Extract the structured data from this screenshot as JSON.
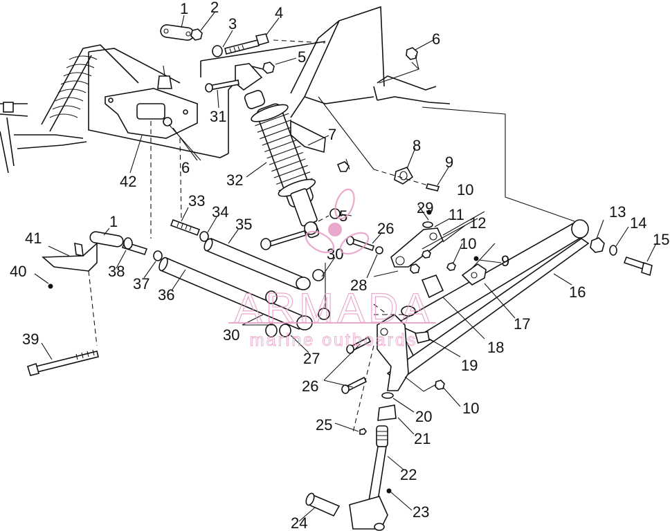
{
  "diagram": {
    "callouts": [
      "1",
      "2",
      "3",
      "4",
      "5",
      "6",
      "31",
      "42",
      "7",
      "8",
      "9",
      "10",
      "32",
      "33",
      "34",
      "35",
      "1",
      "41",
      "40",
      "38",
      "37",
      "36",
      "29",
      "11",
      "12",
      "26",
      "28",
      "30",
      "30",
      "27",
      "10",
      "9",
      "13",
      "14",
      "15",
      "16",
      "17",
      "18",
      "19",
      "39",
      "26",
      "20",
      "10",
      "25",
      "21",
      "22",
      "23",
      "24",
      "5",
      "6"
    ]
  },
  "watermark": {
    "brand": "ARMADA",
    "tagline": "marine outboards",
    "color": "#e79ac4"
  }
}
